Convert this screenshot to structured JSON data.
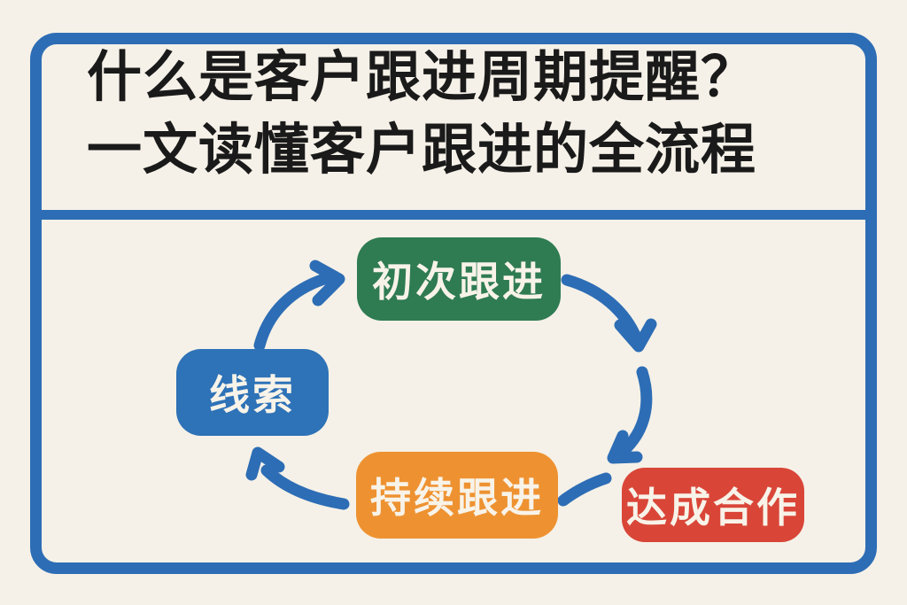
{
  "page": {
    "background_color": "#f5f1e8",
    "frame_border_color": "#2d6db5"
  },
  "header": {
    "title_line1": "什么是客户跟进周期提醒？",
    "title_line2": "一文读懂客户跟进的全流程",
    "text_color": "#1a1a1a"
  },
  "diagram": {
    "type": "cycle-flowchart",
    "arrow_color": "#2d6db5",
    "label_text_color": "#f8f3e9",
    "nodes": [
      {
        "id": "lead",
        "label": "线索",
        "color": "#2e72b7",
        "position": "left"
      },
      {
        "id": "first-follow-up",
        "label": "初次跟进",
        "color": "#2f7b52",
        "position": "top"
      },
      {
        "id": "continuous-follow-up",
        "label": "持续跟进",
        "color": "#ee9231",
        "position": "bottom"
      },
      {
        "id": "deal-reached",
        "label": "达成合作",
        "color": "#d94638",
        "position": "bottom-right"
      }
    ],
    "flow_order": [
      "线索",
      "初次跟进",
      "持续跟进",
      "达成合作"
    ]
  }
}
